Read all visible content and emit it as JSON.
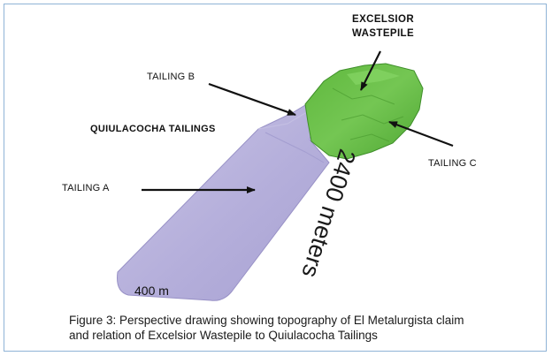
{
  "labels": {
    "wastepile_line1": "EXCELSIOR",
    "wastepile_line2": "WASTEPILE",
    "tailing_b": "TAILING  B",
    "quiulacocha": "QUIULACOCHA TAILINGS",
    "tailing_a": "TAILING A",
    "tailing_c": "TAILING C",
    "length": "2400 meters",
    "width": "400 m"
  },
  "caption": {
    "line1": "Figure 3: Perspective drawing showing topography of El Metalurgista claim",
    "line2": "and relation of Excelsior Wastepile to Quiulacocha Tailings"
  },
  "colors": {
    "tailings_fill": "#b7b1dc",
    "wastepile_fill": "#6cc24a",
    "frame_border": "#8fb3d6",
    "arrow": "#111111"
  }
}
